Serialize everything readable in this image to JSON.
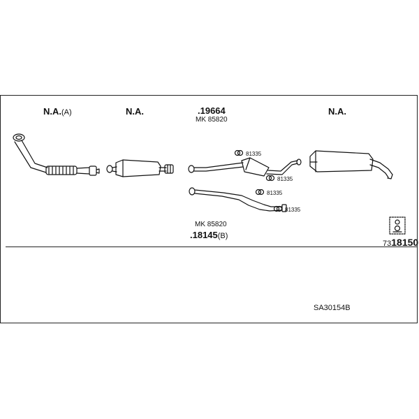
{
  "header": [
    {
      "main": "N.A.",
      "suffix": "(A)"
    },
    {
      "main": "N.A.",
      "suffix": ""
    },
    {
      "main": ".19664",
      "suffix": ""
    },
    {
      "main": "N.A.",
      "suffix": ""
    }
  ],
  "mk_top": "MK 85820",
  "mk_bottom": "MK 85820",
  "bottom_part": {
    "main": ".18145",
    "suffix": "(B)"
  },
  "clamps": [
    "81335",
    "81335",
    "81335",
    "81335"
  ],
  "kit_ref": {
    "prefix": "73",
    "main": "18150"
  },
  "diagram_code": "SA30154B"
}
